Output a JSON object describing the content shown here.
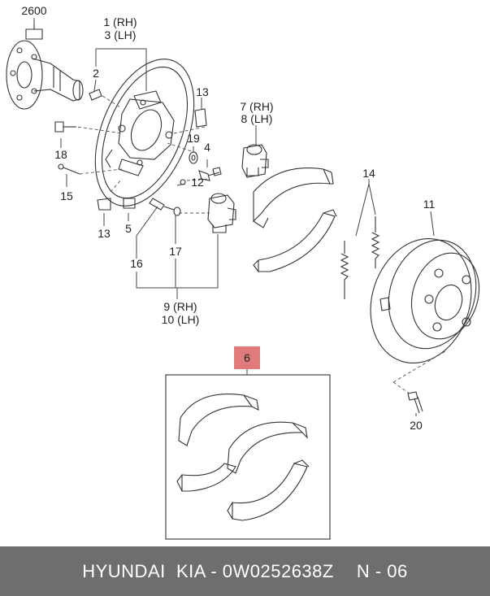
{
  "callouts": {
    "c2600": "2600",
    "c1": "1 (RH)",
    "c3": "3 (LH)",
    "c2": "2",
    "c13a": "13",
    "c7": "7 (RH)",
    "c8": "8 (LH)",
    "c14": "14",
    "c18": "18",
    "c19": "19",
    "c4": "4",
    "c15": "15",
    "c12": "12",
    "c11": "11",
    "c13b": "13",
    "c5": "5",
    "c16": "16",
    "c17": "17",
    "c9": "9 (RH)",
    "c10": "10 (LH)",
    "c6": "6",
    "c20": "20"
  },
  "colors": {
    "highlight": "#e07b7b",
    "footer": "#6e6e6e",
    "line": "#333333"
  },
  "footer": {
    "brand": "HYUNDAI  KIA - 0W0252638Z",
    "page": "N - 06"
  }
}
